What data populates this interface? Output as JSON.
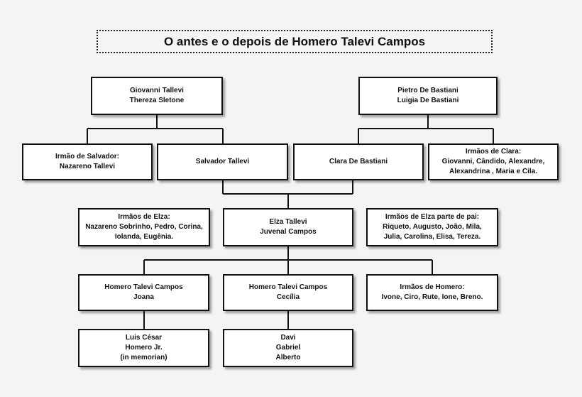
{
  "title": "O antes e o depois de Homero Talevi Campos",
  "boxes": {
    "giovanni": [
      "Giovanni Tallevi",
      "Thereza Sletone"
    ],
    "pietro": [
      "Pietro De Bastiani",
      "Luigia De Bastiani"
    ],
    "irmao_salvador": [
      "Irmão de Salvador:",
      "Nazareno Tallevi"
    ],
    "salvador": [
      "Salvador Tallevi"
    ],
    "clara": [
      "Clara De Bastiani"
    ],
    "irmaos_clara": [
      "Irmãos de Clara:",
      "Giovanni, Cândido, Alexandre,",
      "Alexandrina , Maria e Cila."
    ],
    "irmaos_elza": [
      "Irmãos de Elza:",
      "Nazareno Sobrinho, Pedro, Corina,",
      "Iolanda, Eugênia."
    ],
    "elza": [
      "Elza Tallevi",
      "Juvenal Campos"
    ],
    "irmaos_elza_pai": [
      "Irmãos de Elza parte de pai:",
      "Riqueto, Augusto, João, Mila,",
      "Julia, Carolina, Elisa, Tereza."
    ],
    "homero_joana": [
      "Homero Talevi Campos",
      "Joana"
    ],
    "homero_cecilia": [
      "Homero Talevi Campos",
      "Cecília"
    ],
    "irmaos_homero": [
      "Irmãos de Homero:",
      "Ivone, Ciro, Rute, Ione, Breno."
    ],
    "filhos_joana": [
      "Luis César",
      "Homero Jr.",
      "(in memorian)"
    ],
    "filhos_cecilia": [
      "Davi",
      "Gabriel",
      "Alberto"
    ]
  }
}
